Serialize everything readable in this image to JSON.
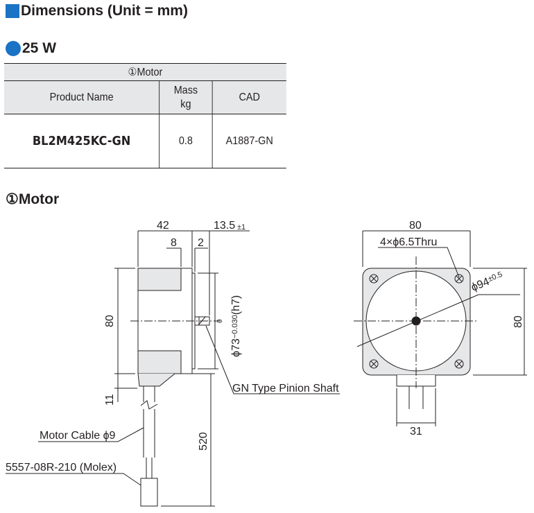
{
  "title": "Dimensions (Unit = mm)",
  "section": "25 W",
  "table": {
    "group_header": "①Motor",
    "headers": [
      "Product Name",
      "Mass",
      "kg",
      "CAD"
    ],
    "rows": [
      {
        "product": "BL2M425KC-GN",
        "mass": "0.8",
        "cad": "A1887-GN"
      }
    ]
  },
  "drawing_title": "①Motor",
  "side_view": {
    "dim_length": "42",
    "dim_shaft": "13.5",
    "dim_shaft_tol": "±1",
    "dim_8": "8",
    "dim_2": "2",
    "dim_height": "80",
    "dim_11": "11",
    "dim_520": "520",
    "pilot": "ϕ73",
    "pilot_tol_upper": "0",
    "pilot_tol_lower": "−0.030",
    "pilot_fit": "(h7)",
    "shaft_label": "GN Type Pinion Shaft",
    "cable_label": "Motor Cable ϕ9",
    "connector_label": "5557-08R-210 (Molex)"
  },
  "front_view": {
    "dim_width": "80",
    "holes": "4×ϕ6.5Thru",
    "pcd": "ϕ94",
    "pcd_tol": "±0.5",
    "dim_height": "80",
    "dim_31": "31"
  },
  "colors": {
    "accent": "#1a73c4",
    "header_bg": "#e6e7e8",
    "body_fill": "#e6e7e8"
  }
}
